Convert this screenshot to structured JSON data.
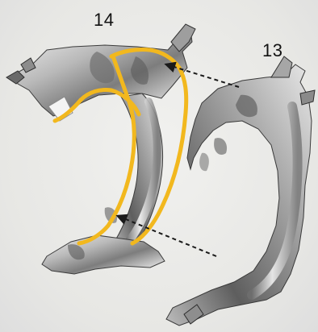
{
  "steps": {
    "assembled_label": "14",
    "part_label": "13"
  },
  "colors": {
    "background": "#e9e9e7",
    "highlight": "#f2b81e",
    "part_light": "#c9c9c9",
    "part_dark": "#555555",
    "arrow": "#1a1a1a"
  },
  "icons": {
    "arrow_style": "dashed-arrow"
  }
}
